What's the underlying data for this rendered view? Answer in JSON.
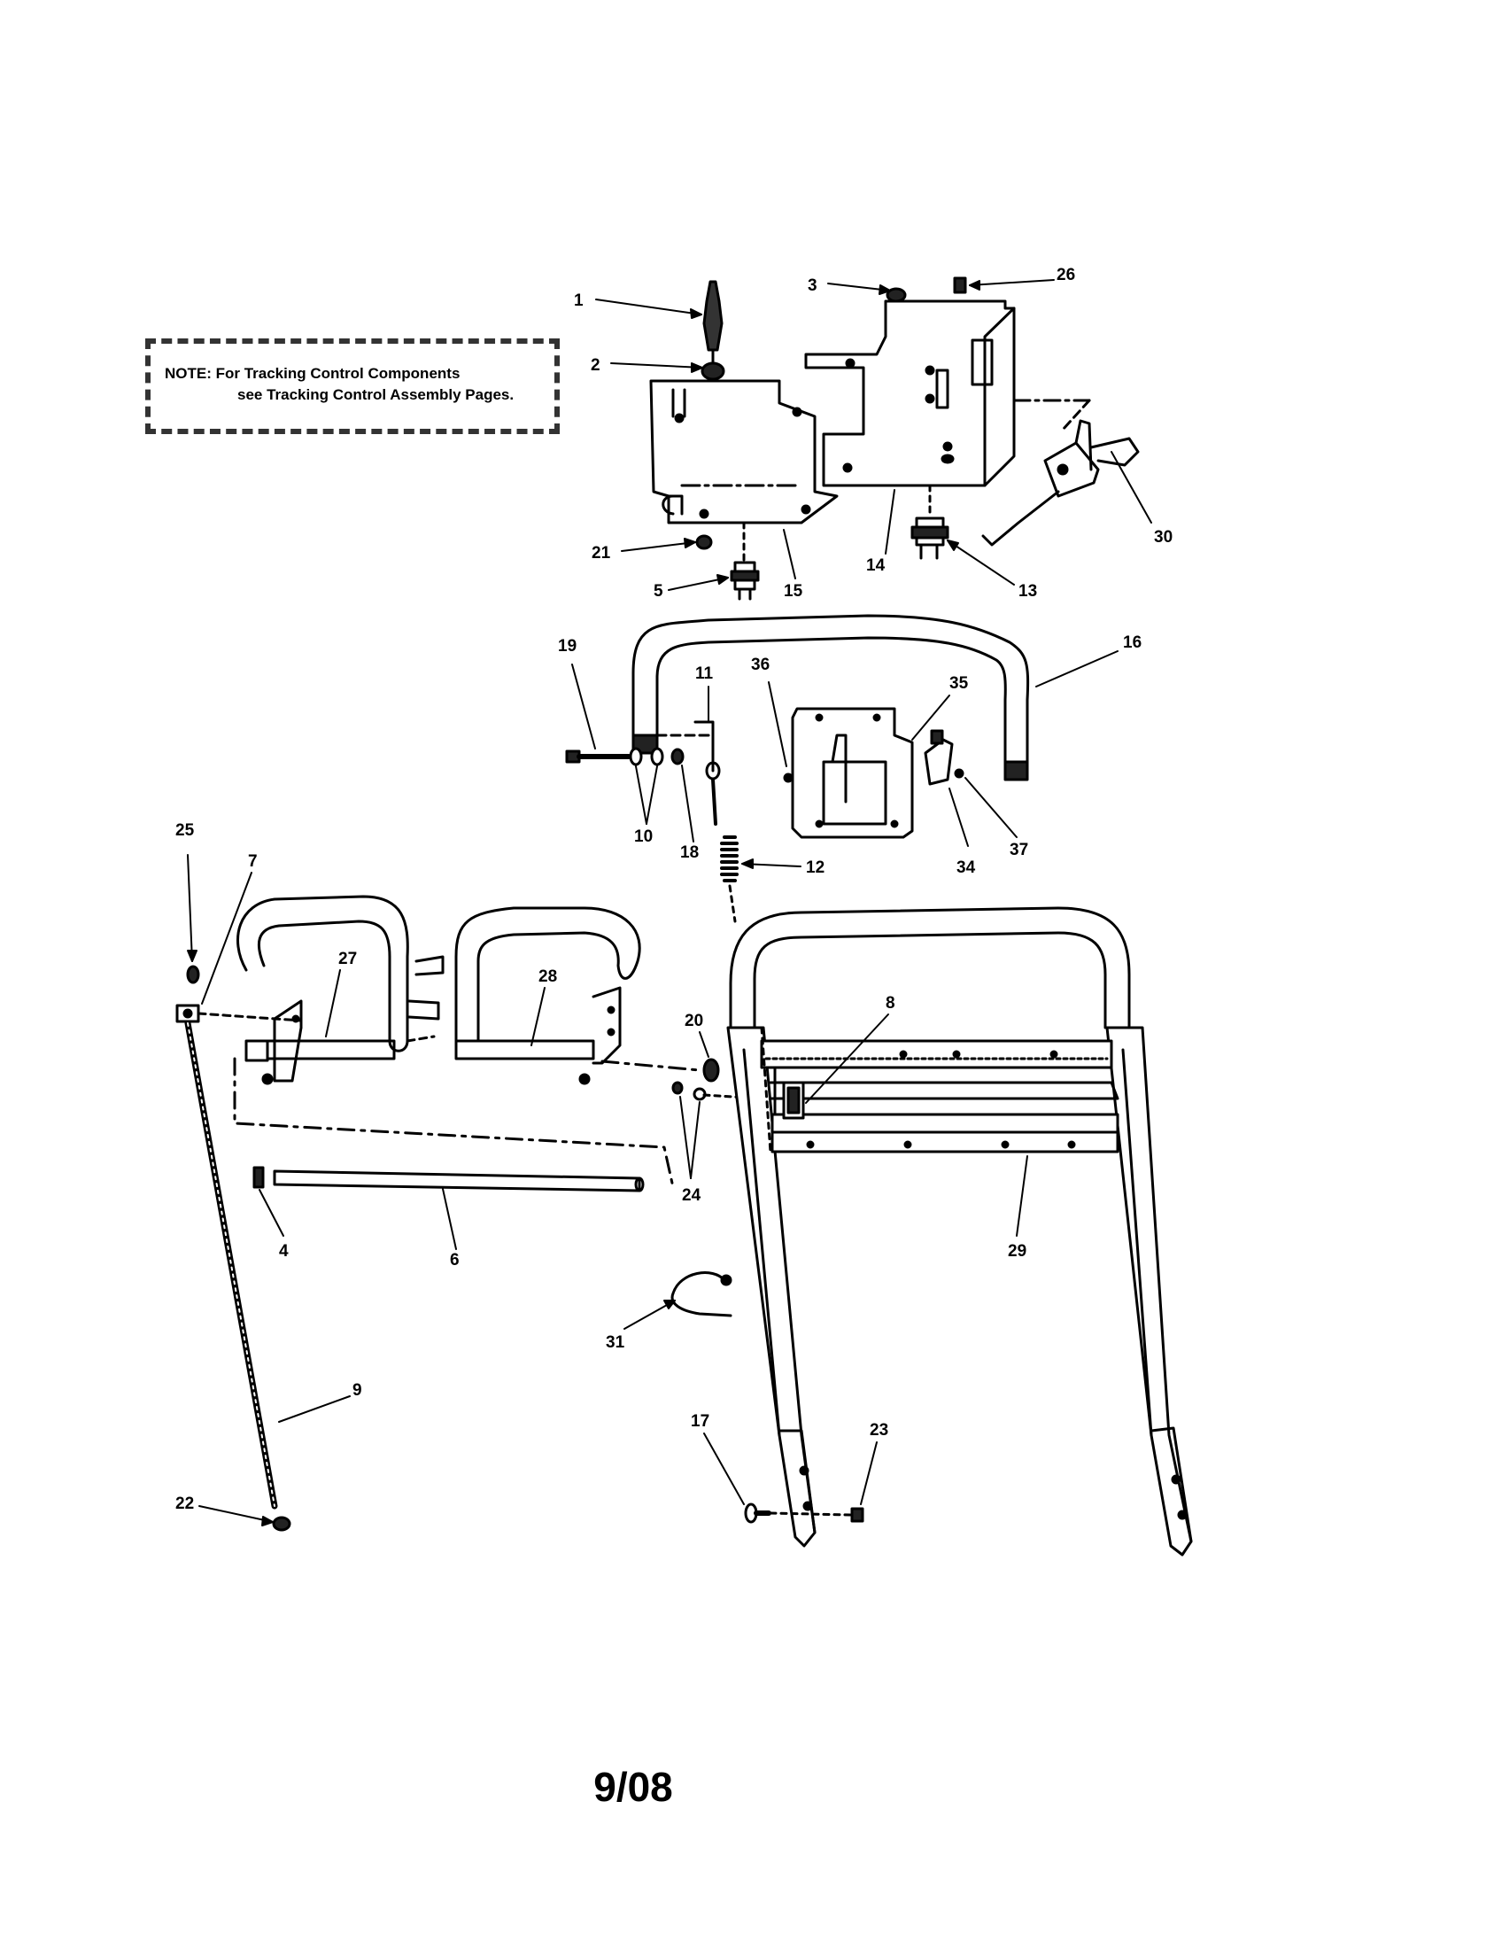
{
  "note": {
    "line1": "NOTE: For Tracking Control Components",
    "line2": "see Tracking Control Assembly Pages."
  },
  "footer": {
    "date": "9/08"
  },
  "callouts": [
    "1",
    "2",
    "3",
    "26",
    "21",
    "5",
    "15",
    "14",
    "13",
    "30",
    "19",
    "11",
    "36",
    "35",
    "16",
    "10",
    "18",
    "12",
    "34",
    "37",
    "25",
    "7",
    "27",
    "28",
    "20",
    "8",
    "24",
    "4",
    "6",
    "29",
    "31",
    "9",
    "17",
    "23",
    "22"
  ]
}
